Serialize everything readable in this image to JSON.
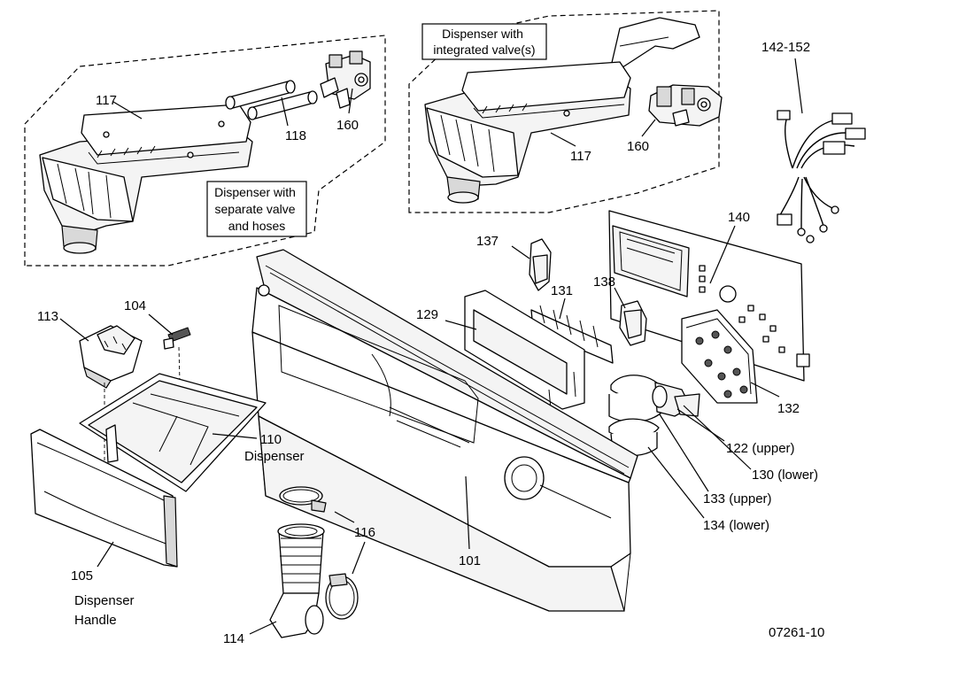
{
  "diagram": {
    "groups": {
      "separate_valve": [
        "Dispenser with",
        "separate valve",
        "and hoses"
      ],
      "integrated_valve": [
        "Dispenser with",
        "integrated valve(s)"
      ]
    },
    "labels": {
      "p101": "101",
      "p104": "104",
      "p105": "105",
      "p105_desc": [
        "Dispenser",
        "Handle"
      ],
      "p110": "110",
      "p110_desc": "Dispenser",
      "p113": "113",
      "p114": "114",
      "p116": "116",
      "p117_left": "117",
      "p117_right": "117",
      "p118": "118",
      "p122": "122 (upper)",
      "p129": "129",
      "p130": "130 (lower)",
      "p131": "131",
      "p132": "132",
      "p133": "133 (upper)",
      "p134": "134 (lower)",
      "p137": "137",
      "p138": "138",
      "p140": "140",
      "p142": "142-152",
      "p160_left": "160",
      "p160_right": "160"
    },
    "figure_id": "07261-10"
  }
}
